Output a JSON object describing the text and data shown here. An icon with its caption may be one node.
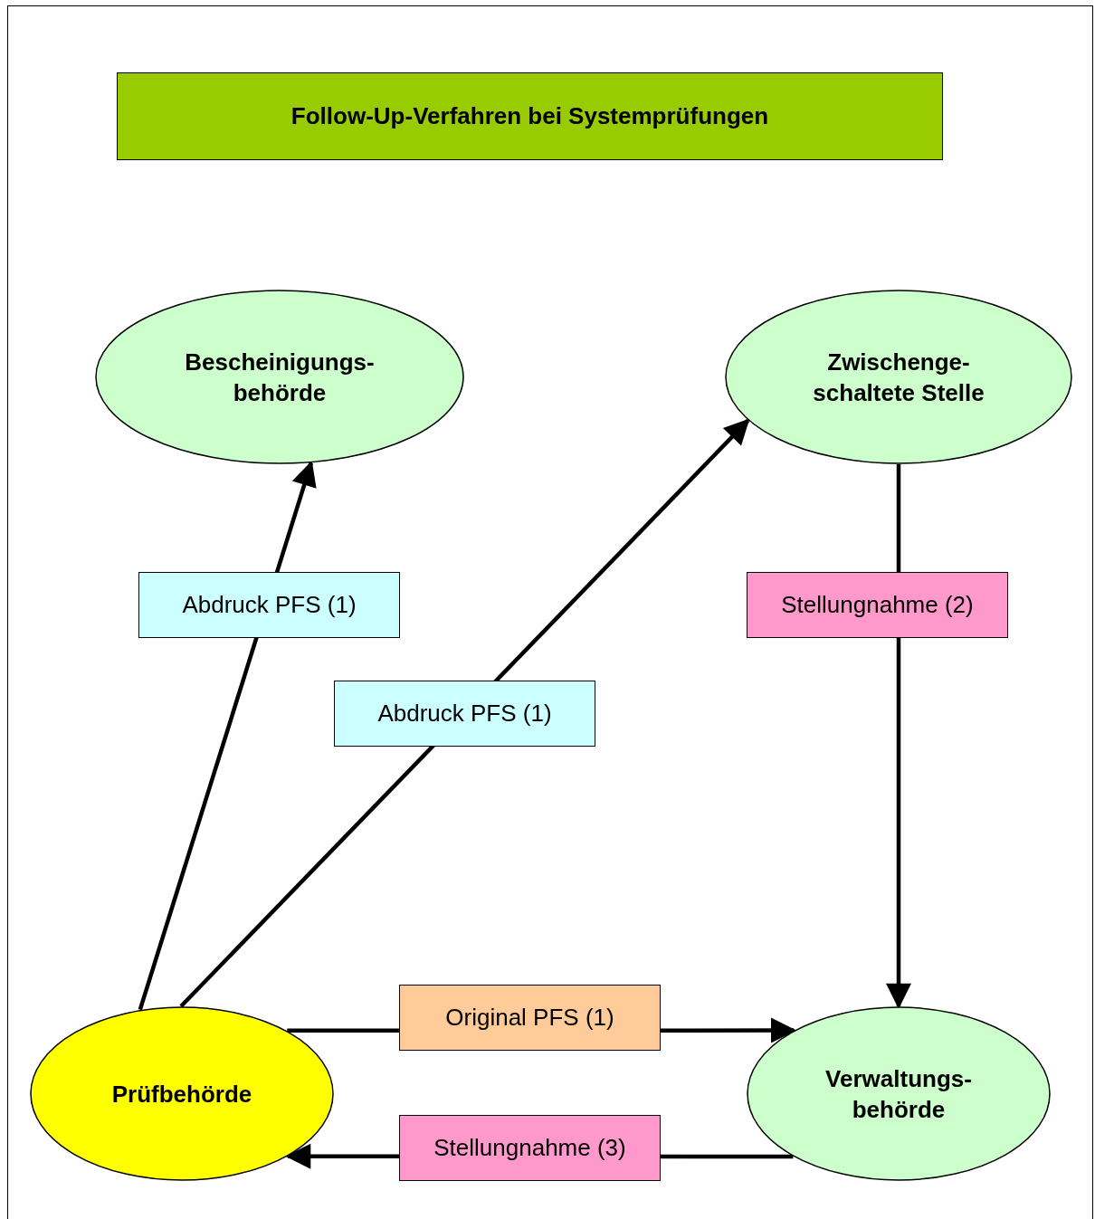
{
  "diagram": {
    "title": "Follow-Up-Verfahren bei Systemprüfungen",
    "nodes": [
      {
        "text": [
          "Bescheinigungs- behörde"
        ]
      },
      {
        "text": [
          "Zwischenge- schaltete Stelle"
        ]
      },
      {
        "text": [
          "Prüfbehörde"
        ]
      },
      {
        "text": [
          "Verwaltungs- behörde"
        ]
      }
    ],
    "edges": [
      {
        "from": 2,
        "to": 0,
        "arrow": "to",
        "label": "Abdruck PFS (1)"
      },
      {
        "from": 2,
        "to": 1,
        "arrow": "to",
        "label": "Abdruck PFS (1)"
      },
      {
        "from": 1,
        "to": 3,
        "arrow": "to",
        "label": "Stellungnahme (2)"
      },
      {
        "from": 2,
        "to": 3,
        "arrow": "to",
        "label": "Original PFS (1)"
      },
      {
        "from": 3,
        "to": 2,
        "arrow": "to",
        "label": "Stellungnahme (3)"
      }
    ]
  }
}
